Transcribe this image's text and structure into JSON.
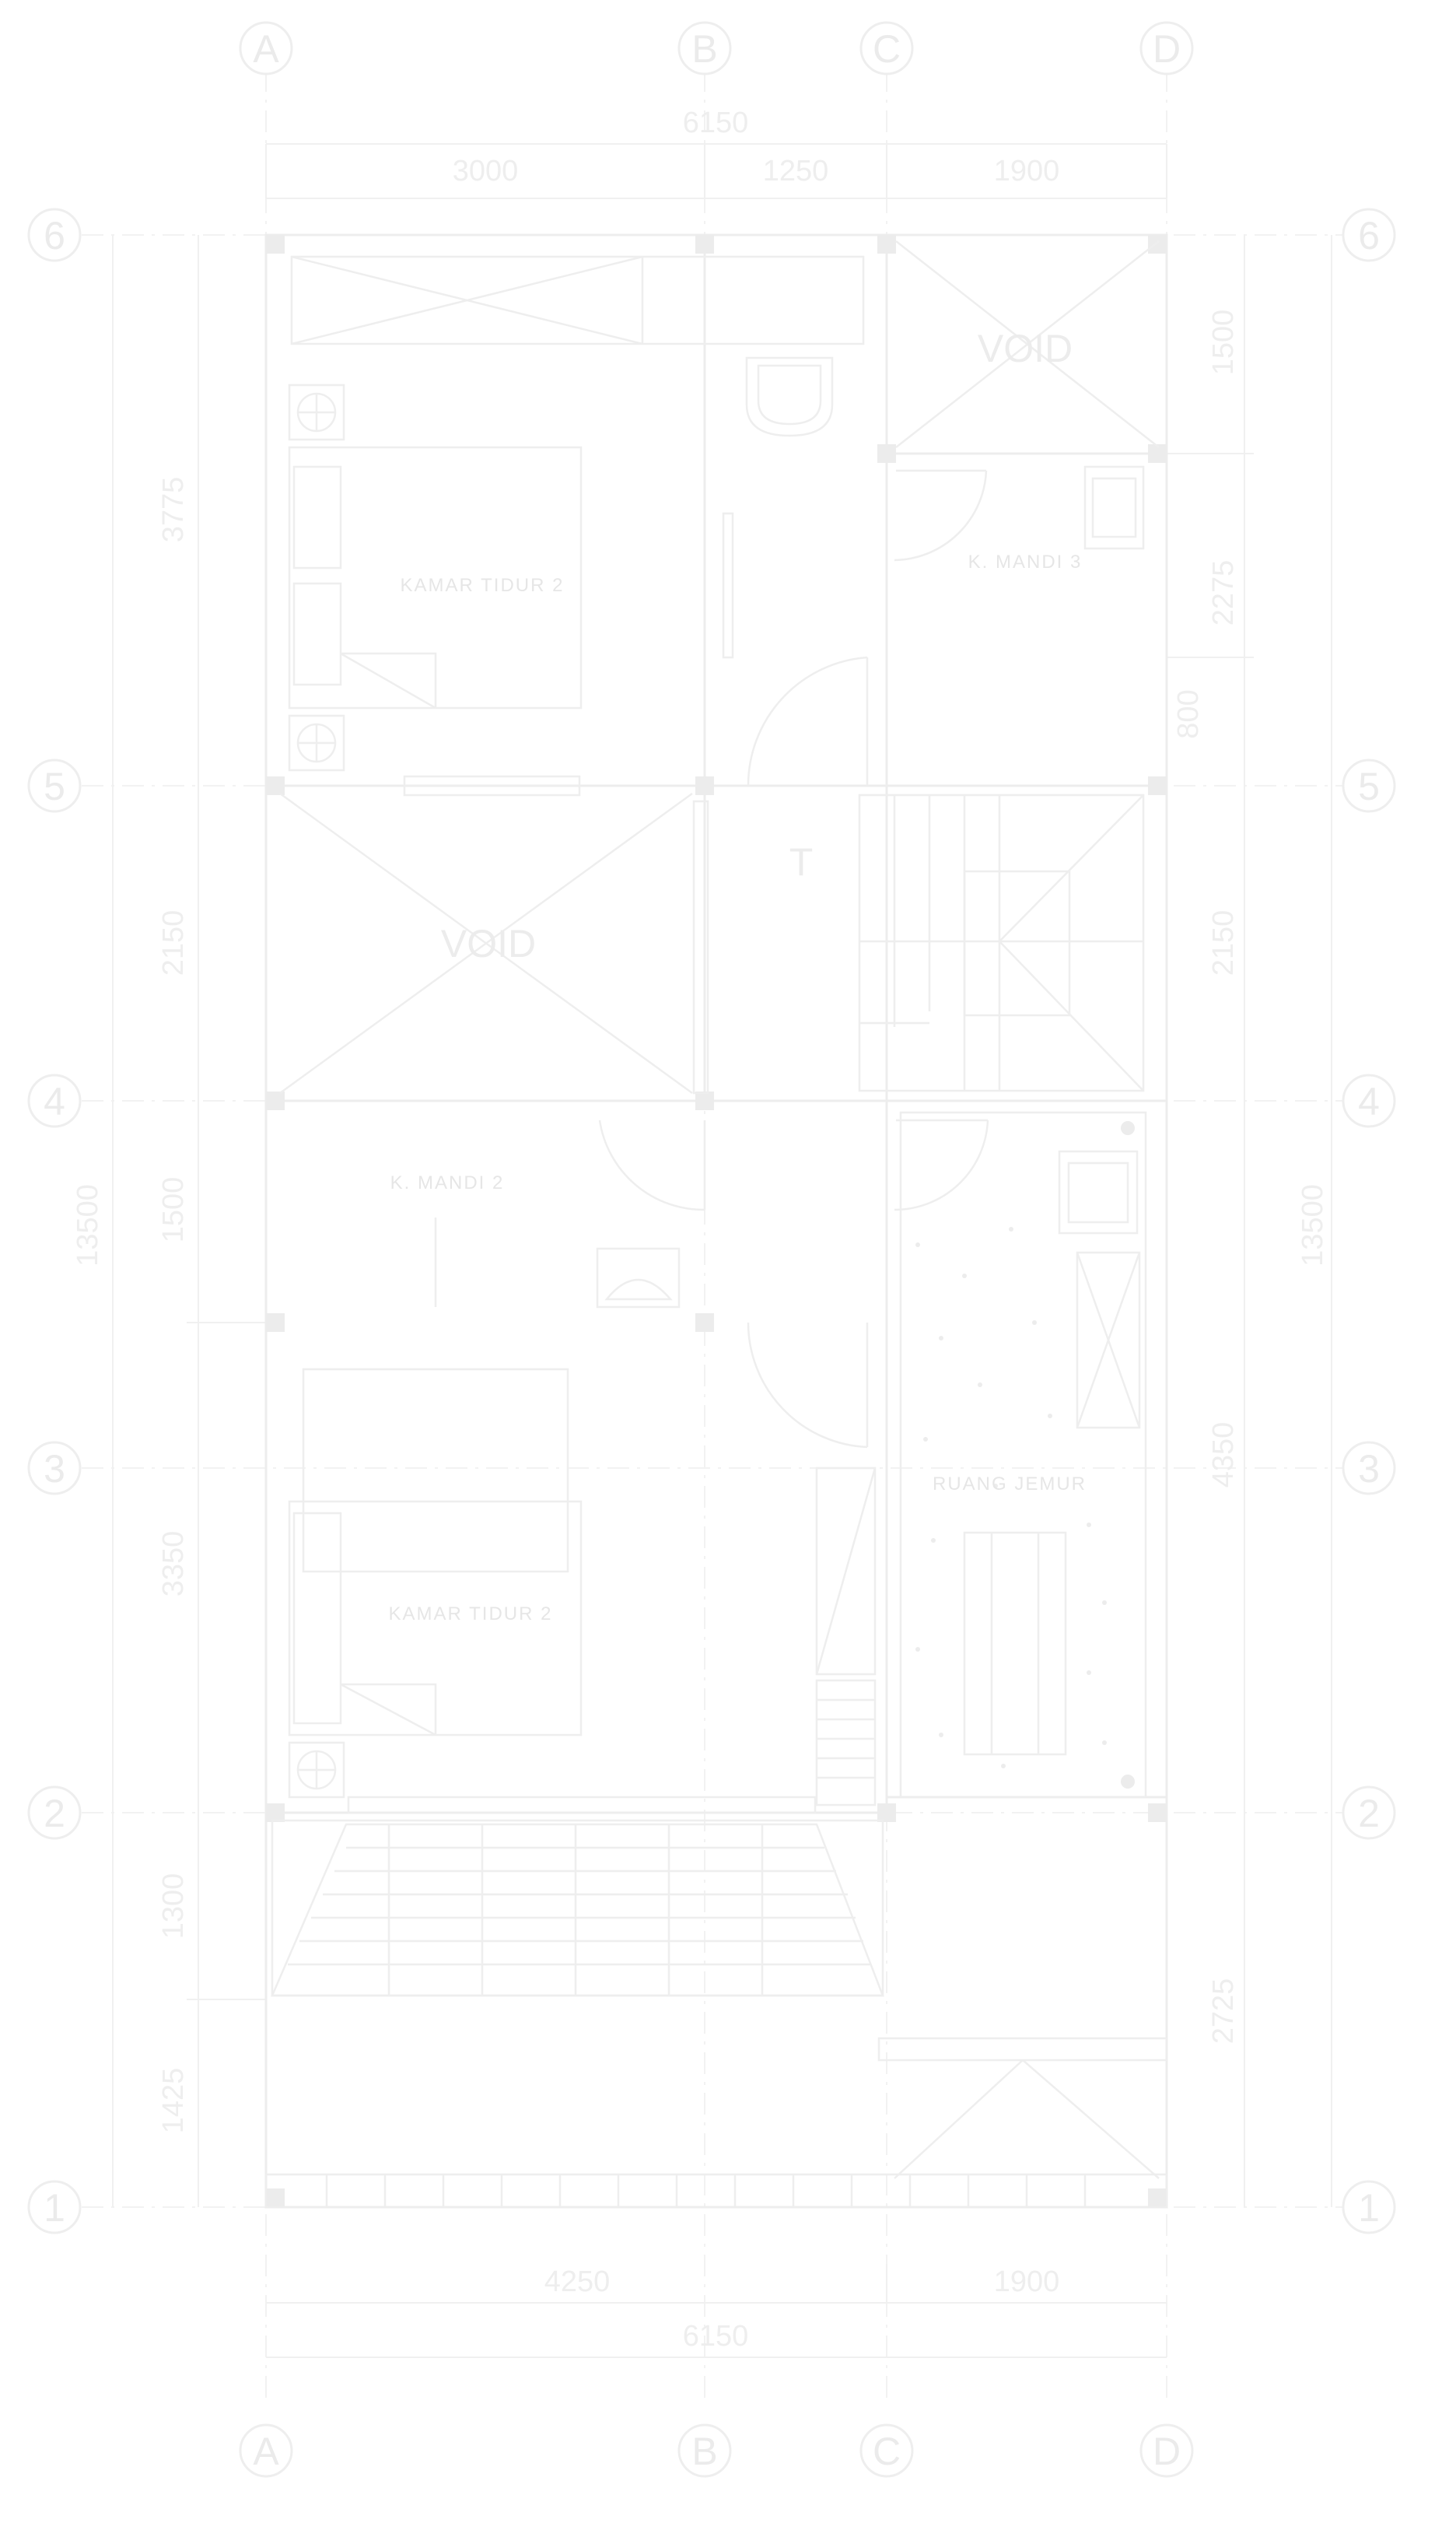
{
  "grid_axes": {
    "columns": [
      "A",
      "B",
      "C",
      "D"
    ],
    "rows": [
      "1",
      "2",
      "3",
      "4",
      "5",
      "6"
    ]
  },
  "dimensions": {
    "top_overall": "6150",
    "top_segments": [
      "3000",
      "1250",
      "1900"
    ],
    "bottom_segments": [
      "4250",
      "1900"
    ],
    "bottom_overall": "6150",
    "left_overall": "13500",
    "left_segments": [
      "3775",
      "2150",
      "1500",
      "3350",
      "1300",
      "1425"
    ],
    "right_overall": "13500",
    "right_segments": [
      "1500",
      "2275",
      "800",
      "2150",
      "4350",
      "2725"
    ]
  },
  "rooms": {
    "bedroom_upper": "KAMAR TIDUR 2",
    "bedroom_lower": "KAMAR TIDUR 2",
    "bathroom_upper": "K. MANDI 3",
    "bathroom_middle": "K. MANDI 2",
    "open_room": "RUANG JEMUR",
    "void_upper": "VOID",
    "void_middle": "VOID",
    "stair_marker": "T"
  }
}
